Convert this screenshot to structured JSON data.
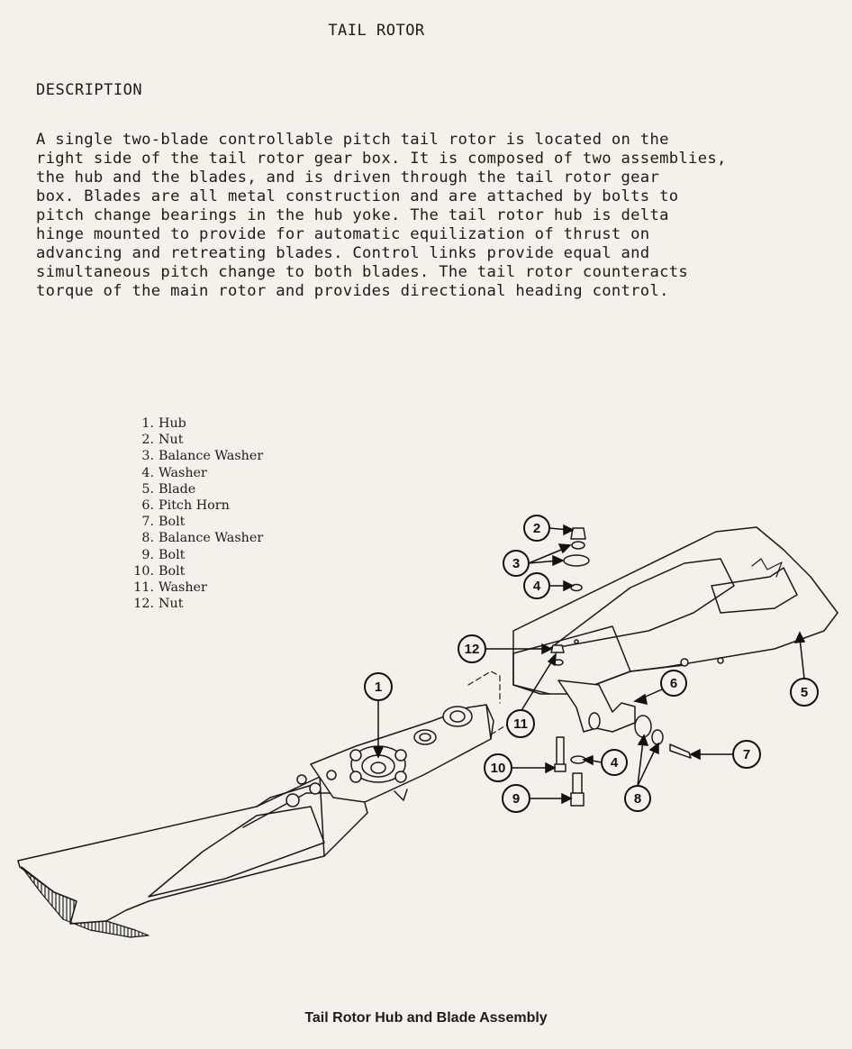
{
  "page": {
    "title": "TAIL ROTOR",
    "section_heading": "DESCRIPTION",
    "description_lines": [
      "A single two-blade controllable pitch tail rotor is located on the",
      "right side of the tail rotor gear box.  It is composed of two assemblies,",
      "the hub and the blades, and is driven through the tail rotor gear",
      "box.  Blades are all metal construction and are attached by bolts to",
      "pitch change bearings in the hub yoke.  The tail rotor hub is delta",
      "hinge mounted to provide for automatic equilization of thrust on",
      "advancing and retreating blades.  Control links provide equal and",
      "simultaneous pitch change to both blades.  The tail rotor counteracts",
      "torque of the main rotor and provides directional heading control."
    ]
  },
  "parts_list": [
    {
      "num": "1.",
      "name": "Hub"
    },
    {
      "num": "2.",
      "name": "Nut"
    },
    {
      "num": "3.",
      "name": "Balance Washer"
    },
    {
      "num": "4.",
      "name": "Washer"
    },
    {
      "num": "5.",
      "name": "Blade"
    },
    {
      "num": "6.",
      "name": "Pitch Horn"
    },
    {
      "num": "7.",
      "name": "Bolt"
    },
    {
      "num": "8.",
      "name": "Balance Washer"
    },
    {
      "num": "9.",
      "name": "Bolt"
    },
    {
      "num": "10.",
      "name": "Bolt"
    },
    {
      "num": "11.",
      "name": "Washer"
    },
    {
      "num": "12.",
      "name": "Nut"
    }
  ],
  "callouts": [
    "1",
    "2",
    "3",
    "4",
    "4",
    "5",
    "6",
    "7",
    "8",
    "9",
    "10",
    "11",
    "12"
  ],
  "figure": {
    "caption": "Tail Rotor Hub and Blade Assembly"
  },
  "colors": {
    "paper": "#f3f1ea",
    "ink": "#1c1c1c"
  }
}
